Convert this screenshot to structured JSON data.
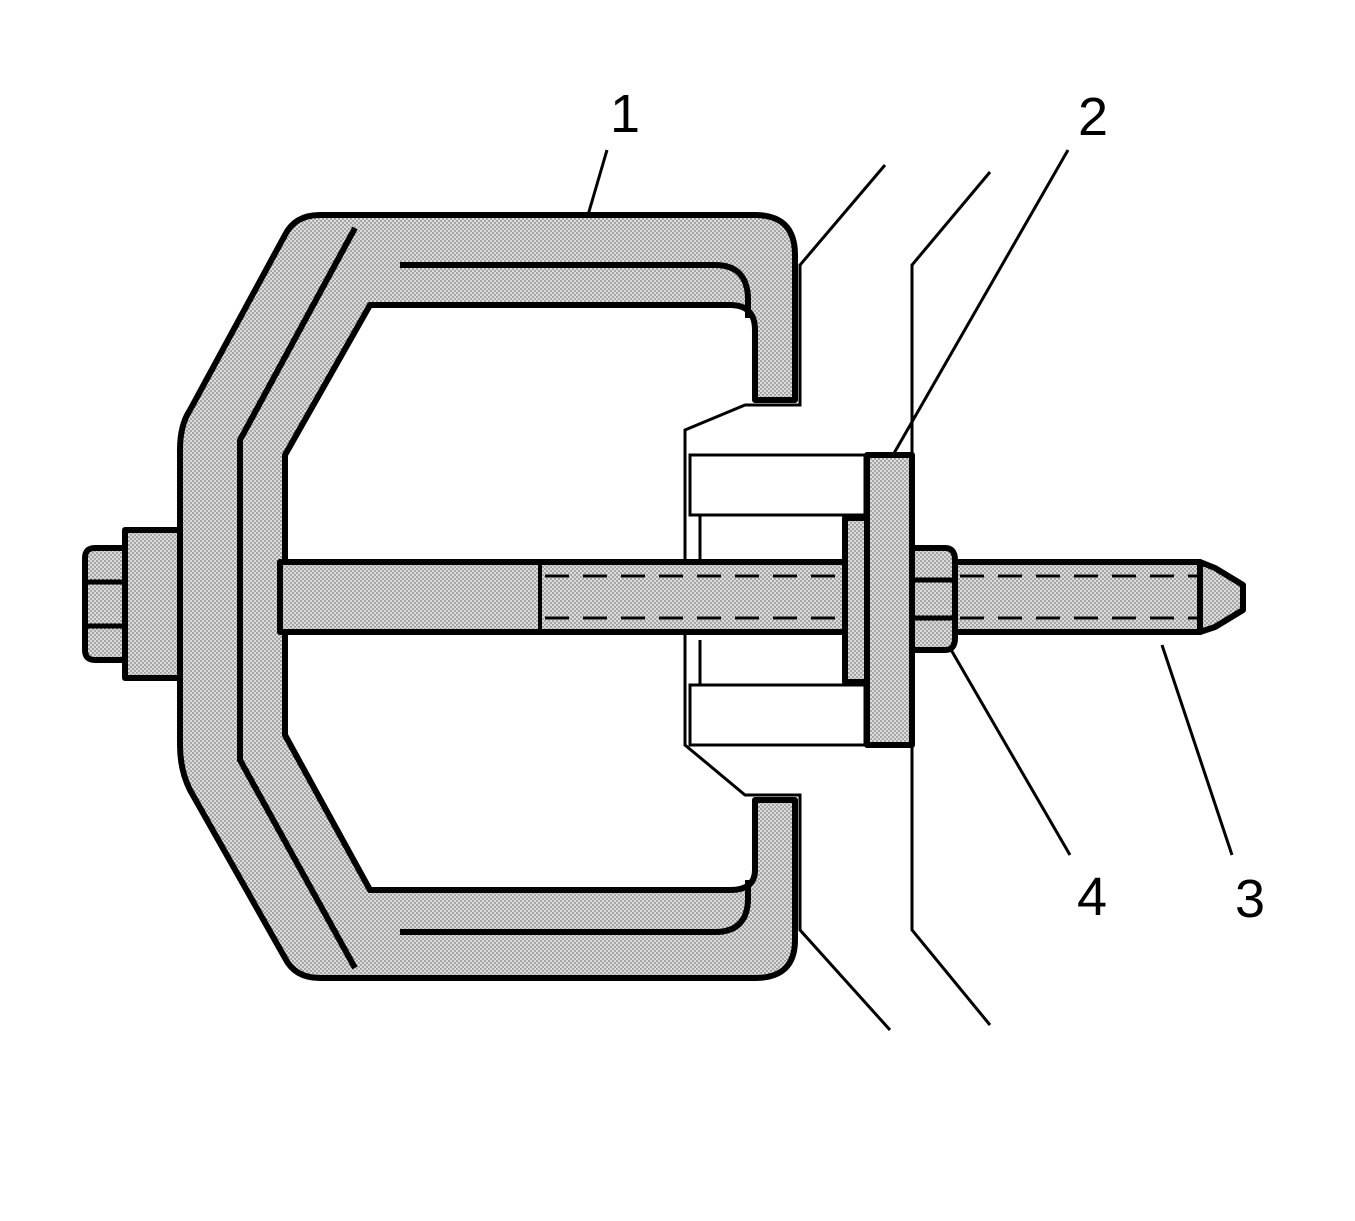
{
  "callouts": [
    {
      "id": "1",
      "label": "1"
    },
    {
      "id": "2",
      "label": "2"
    },
    {
      "id": "3",
      "label": "3"
    },
    {
      "id": "4",
      "label": "4"
    }
  ],
  "colors": {
    "line": "#000000",
    "fill_base": "#dcdcdc",
    "fill_dot": "#555555",
    "background": "#ffffff"
  }
}
